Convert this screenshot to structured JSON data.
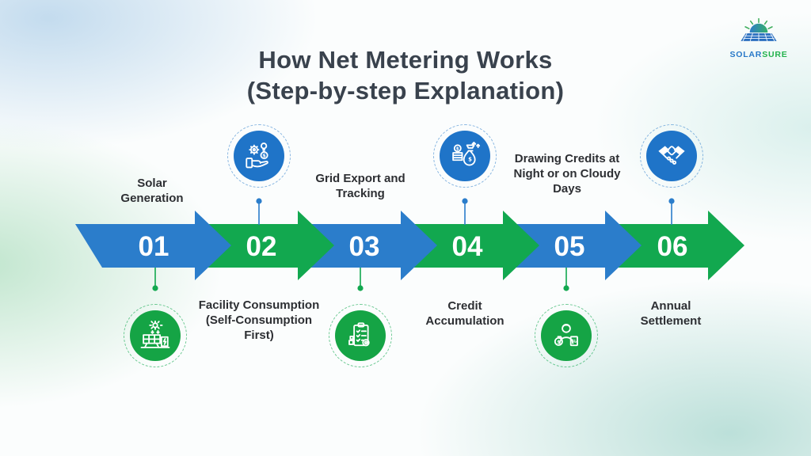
{
  "title": {
    "line1": "How Net Metering Works",
    "line2": "(Step-by-step Explanation)"
  },
  "logo": {
    "brand_primary": "SOLAR",
    "brand_secondary": "SURE"
  },
  "colors": {
    "step_blue": "#2b7dcb",
    "step_green": "#12a84f",
    "title_text": "#39424d",
    "label_text": "#2d2f33",
    "logo_blue": "#2878c8",
    "logo_green": "#22b24c"
  },
  "steps": [
    {
      "number": "01",
      "label": "Solar Generation",
      "arrow_color": "blue",
      "icon": "solar-panel-icon",
      "icon_side": "below",
      "label_side": "above"
    },
    {
      "number": "02",
      "label": "Facility Consumption (Self-Consumption First)",
      "arrow_color": "green",
      "icon": "hand-holding-energy-icon",
      "icon_side": "above",
      "label_side": "below"
    },
    {
      "number": "03",
      "label": "Grid Export and Tracking",
      "arrow_color": "blue",
      "icon": "clipboard-tracking-icon",
      "icon_side": "below",
      "label_side": "above"
    },
    {
      "number": "04",
      "label": "Credit Accumulation",
      "arrow_color": "green",
      "icon": "money-bag-credits-icon",
      "icon_side": "above",
      "label_side": "below"
    },
    {
      "number": "05",
      "label": "Drawing Credits at Night or on Cloudy Days",
      "arrow_color": "blue",
      "icon": "person-billing-icon",
      "icon_side": "below",
      "label_side": "above"
    },
    {
      "number": "06",
      "label": "Annual Settlement",
      "arrow_color": "green",
      "icon": "handshake-icon",
      "icon_side": "above",
      "label_side": "below"
    }
  ]
}
